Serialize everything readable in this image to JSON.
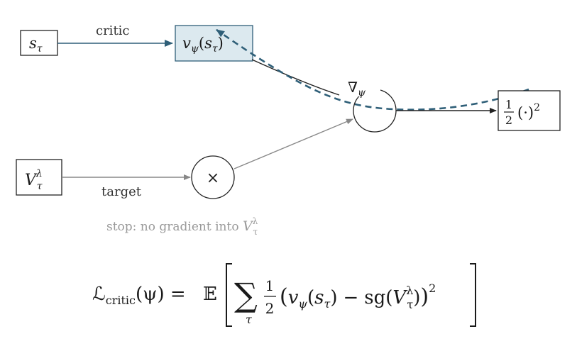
{
  "nodes": {
    "state": {
      "symbol": "s",
      "sub": "τ"
    },
    "value": {
      "symbol": "v",
      "sub": "ψ",
      "arg_symbol": "s",
      "arg_sub": "τ"
    },
    "target": {
      "symbol": "V",
      "sup": "λ",
      "sub": "τ"
    },
    "multiply": {
      "symbol": "×"
    },
    "gradient": {
      "symbol": "∇",
      "sub": "ψ"
    },
    "loss": {
      "num": "1",
      "den": "2",
      "body": "(·)",
      "sup": "2"
    }
  },
  "edges": {
    "critic_label": "critic",
    "target_label": "target"
  },
  "annotation": {
    "text": "stop: no gradient into ",
    "symbol": "V",
    "sup": "λ",
    "sub": "τ"
  },
  "formula": {
    "lhs_symbol": "ℒ",
    "lhs_sub": "critic",
    "lhs_arg": "(ψ) =",
    "expectation": "𝔼",
    "sum": "∑",
    "sum_index": "τ",
    "frac_num": "1",
    "frac_den": "2",
    "open_paren": "(",
    "v": "v",
    "v_sub": "ψ",
    "v_arg_open": "(",
    "s": "s",
    "s_sub": "τ",
    "v_arg_close": ")",
    "minus": "−",
    "sg": "sg(",
    "V": "V",
    "V_sup": "λ",
    "V_sub": "τ",
    "sg_close": ")",
    "close_paren": ")",
    "square": "2"
  },
  "colors": {
    "accent": "#2f5f78",
    "box_fill": "#dce9ef",
    "dark": "#222222",
    "gray_line": "#888888"
  }
}
